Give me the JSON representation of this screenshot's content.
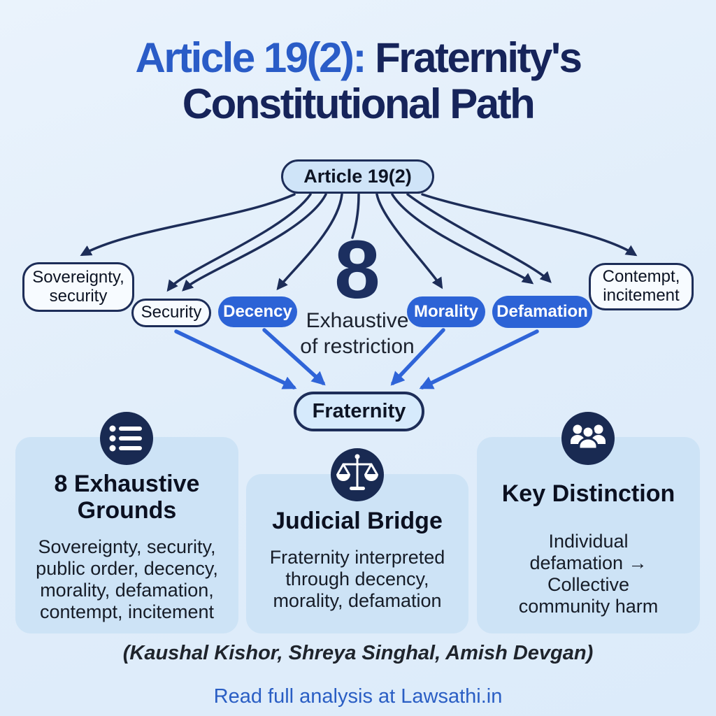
{
  "title": {
    "highlight": "Article 19(2):",
    "rest": "Fraternity's Constitutional Path"
  },
  "flowchart": {
    "root": "Article 19(2)",
    "sovereignty_lines": [
      "Sovereignty,",
      "security"
    ],
    "security": "Security",
    "decency": "Decency",
    "big_number": "8",
    "caption_lines": [
      "Exhaustive",
      "of restriction"
    ],
    "morality": "Morality",
    "defamation": "Defamation",
    "contempt_lines": [
      "Contempt,",
      "incitement"
    ],
    "fraternity": "Fraternity"
  },
  "cards": [
    {
      "icon": "list-icon",
      "title_lines": [
        "8 Exhaustive",
        "Grounds"
      ],
      "body_lines": [
        "Sovereignty, security,",
        "public order, decency,",
        "morality, defamation,",
        "contempt, incitement"
      ]
    },
    {
      "icon": "scales-icon",
      "title_lines": [
        "Judicial Bridge"
      ],
      "body_lines": [
        "Fraternity interpreted",
        "through decency,",
        "morality, defamation"
      ]
    },
    {
      "icon": "people-icon",
      "title_lines": [
        "Key Distinction"
      ],
      "body_lines": [
        "Individual",
        "defamation →",
        "Collective",
        "community harm"
      ]
    }
  ],
  "footer": {
    "cases": "(Kaushal Kishor, Shreya Singhal, Amish Devgan)",
    "link": "Read full analysis at Lawsathi.in"
  },
  "colors": {
    "background": "#e0edfa",
    "title_blue": "#2a5cc7",
    "title_navy": "#16245a",
    "navy_line": "#1d2d58",
    "pill_blue": "#2c63d6",
    "bright_arrow_blue": "#2f64d8",
    "light_node_fill": "#cfe4f8",
    "white_node_fill": "#f7fbff",
    "card_bg": "#cde3f6",
    "icon_circle": "#192a52",
    "link_blue": "#2a5ec4"
  }
}
